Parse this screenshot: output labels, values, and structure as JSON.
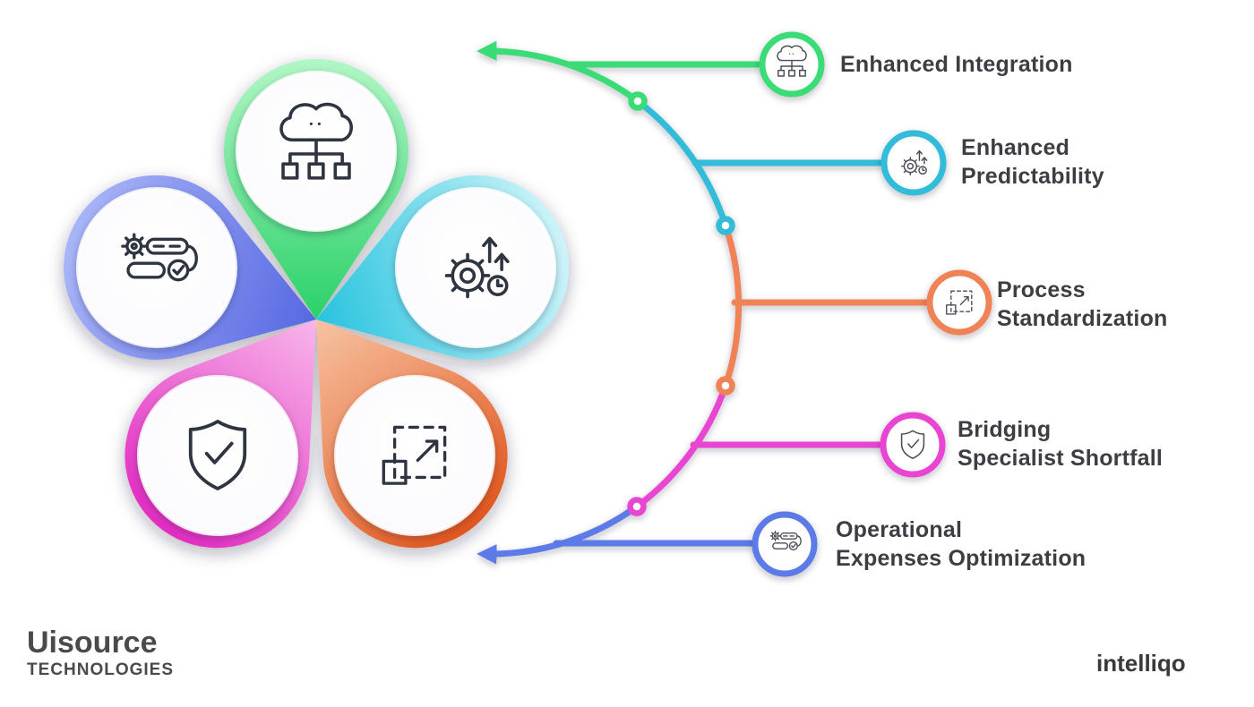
{
  "diagram": {
    "title": "",
    "style": "five-petal pin flower with arc connector list",
    "colors": {
      "green": "#3bdc78",
      "cyan": "#30bcd9",
      "orange": "#ef8356",
      "magenta": "#e845d2",
      "blue": "#5b7ae8",
      "text": "#3d3e43",
      "petal_green_light": "#b2f6c6",
      "petal_cyan_light": "#cdf4f9",
      "petal_blue_light": "#a9b5f8",
      "petal_magenta_light": "#f8b6ea",
      "petal_orange_light": "#f7c3a2"
    },
    "items": [
      {
        "id": "integration",
        "color": "#3bdc78",
        "icon": "cloud-network-icon",
        "line1": "Enhanced Integration",
        "line2": ""
      },
      {
        "id": "predictability",
        "color": "#30bcd9",
        "icon": "gear-growth-icon",
        "line1": "Enhanced",
        "line2": "Predictability"
      },
      {
        "id": "standardization",
        "color": "#ef8356",
        "icon": "scale-expand-icon",
        "line1": "Process",
        "line2": "Standardization"
      },
      {
        "id": "specialist-shortfall",
        "color": "#e845d2",
        "icon": "shield-check-icon",
        "line1": "Bridging",
        "line2": "Specialist Shortfall"
      },
      {
        "id": "operational",
        "color": "#5b7ae8",
        "icon": "workflow-automation-icon",
        "line1": "Operational",
        "line2": "Expenses Optimization"
      }
    ],
    "petals": [
      {
        "position": "top",
        "color": "green",
        "icon": "cloud-network-icon"
      },
      {
        "position": "right",
        "color": "cyan",
        "icon": "gear-growth-icon"
      },
      {
        "position": "bottom-right",
        "color": "orange",
        "icon": "scale-expand-icon"
      },
      {
        "position": "bottom-left",
        "color": "magenta",
        "icon": "shield-check-icon"
      },
      {
        "position": "left",
        "color": "blue",
        "icon": "workflow-automation-icon"
      }
    ]
  },
  "footer": {
    "brand_name": "Uisource",
    "brand_tagline": "TECHNOLOGIES",
    "credit": "intelliqo"
  }
}
